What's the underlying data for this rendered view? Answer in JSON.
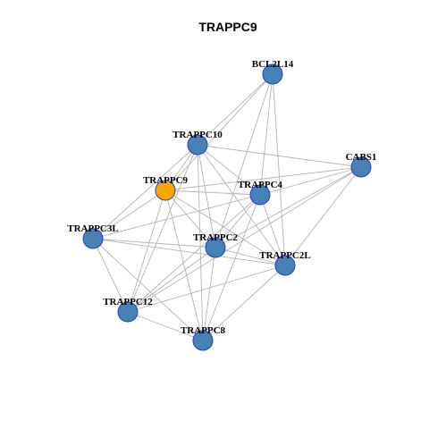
{
  "graph": {
    "title": "TRAPPC9",
    "colors": {
      "node_fill": "#4682b4",
      "node_stroke": "#1f3fd1",
      "focus_fill": "#ffa500",
      "focus_stroke": "#333333",
      "edge": "#b3b3b3"
    },
    "focus": "TRAPPC9",
    "nodes": [
      "BCL2L14",
      "TRAPPC10",
      "CABS1",
      "TRAPPC9",
      "TRAPPC4",
      "TRAPPC3L",
      "TRAPPC2",
      "TRAPPC2L",
      "TRAPPC12",
      "TRAPPC8"
    ],
    "edges": [
      [
        "BCL2L14",
        "TRAPPC10"
      ],
      [
        "BCL2L14",
        "TRAPPC9"
      ],
      [
        "BCL2L14",
        "TRAPPC4"
      ],
      [
        "BCL2L14",
        "TRAPPC2"
      ],
      [
        "BCL2L14",
        "TRAPPC2L"
      ],
      [
        "TRAPPC10",
        "TRAPPC9"
      ],
      [
        "TRAPPC10",
        "CABS1"
      ],
      [
        "TRAPPC10",
        "TRAPPC4"
      ],
      [
        "TRAPPC10",
        "TRAPPC3L"
      ],
      [
        "TRAPPC10",
        "TRAPPC2"
      ],
      [
        "TRAPPC10",
        "TRAPPC2L"
      ],
      [
        "TRAPPC10",
        "TRAPPC12"
      ],
      [
        "TRAPPC10",
        "TRAPPC8"
      ],
      [
        "CABS1",
        "TRAPPC9"
      ],
      [
        "CABS1",
        "TRAPPC4"
      ],
      [
        "CABS1",
        "TRAPPC2"
      ],
      [
        "CABS1",
        "TRAPPC2L"
      ],
      [
        "CABS1",
        "TRAPPC12"
      ],
      [
        "TRAPPC9",
        "TRAPPC4"
      ],
      [
        "TRAPPC9",
        "TRAPPC3L"
      ],
      [
        "TRAPPC9",
        "TRAPPC2"
      ],
      [
        "TRAPPC9",
        "TRAPPC2L"
      ],
      [
        "TRAPPC9",
        "TRAPPC12"
      ],
      [
        "TRAPPC9",
        "TRAPPC8"
      ],
      [
        "TRAPPC4",
        "TRAPPC3L"
      ],
      [
        "TRAPPC4",
        "TRAPPC2"
      ],
      [
        "TRAPPC4",
        "TRAPPC2L"
      ],
      [
        "TRAPPC4",
        "TRAPPC12"
      ],
      [
        "TRAPPC4",
        "TRAPPC8"
      ],
      [
        "TRAPPC3L",
        "TRAPPC2"
      ],
      [
        "TRAPPC3L",
        "TRAPPC2L"
      ],
      [
        "TRAPPC3L",
        "TRAPPC12"
      ],
      [
        "TRAPPC3L",
        "TRAPPC8"
      ],
      [
        "TRAPPC2",
        "TRAPPC2L"
      ],
      [
        "TRAPPC2",
        "TRAPPC12"
      ],
      [
        "TRAPPC2",
        "TRAPPC8"
      ],
      [
        "TRAPPC2L",
        "TRAPPC12"
      ],
      [
        "TRAPPC2L",
        "TRAPPC8"
      ],
      [
        "TRAPPC12",
        "TRAPPC8"
      ]
    ]
  }
}
